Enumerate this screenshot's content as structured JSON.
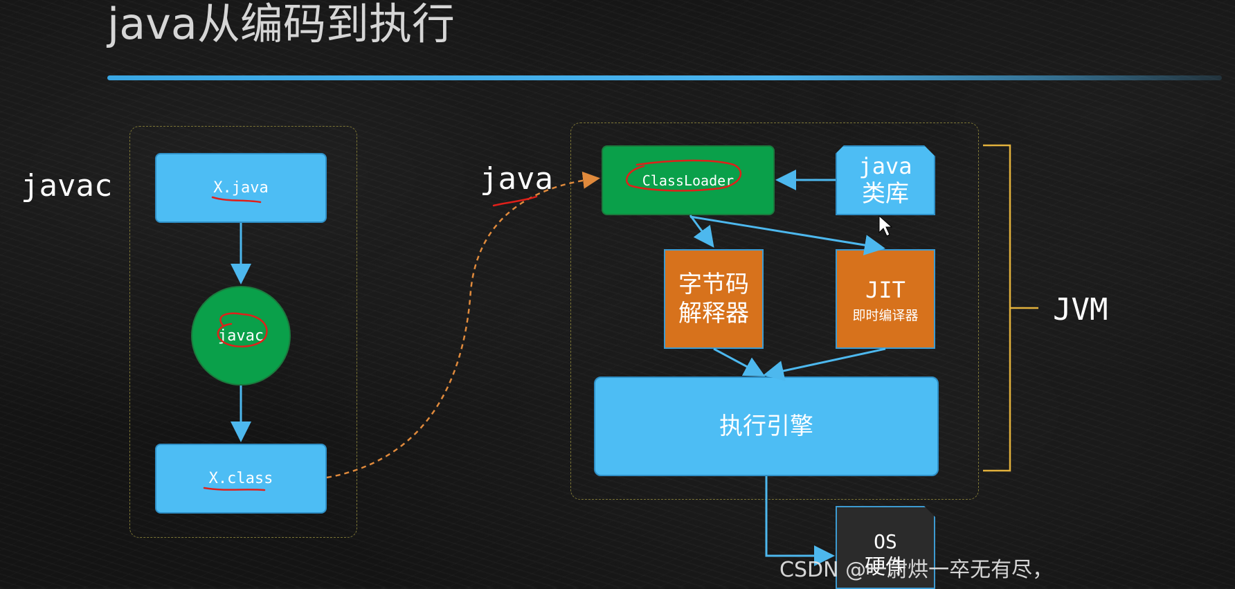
{
  "title": "java从编码到执行",
  "labels": {
    "javac_side": "javac",
    "java_side": "java",
    "jvm_side": "JVM"
  },
  "left_group": {
    "source_file": "X.java",
    "compiler": "javac",
    "class_file": "X.class"
  },
  "jvm_group": {
    "classloader": "ClassLoader",
    "java_lib_line1": "java",
    "java_lib_line2": "类库",
    "interpreter_line1": "字节码",
    "interpreter_line2": "解释器",
    "jit_line1": "JIT",
    "jit_line2": "即时编译器",
    "engine": "执行引擎"
  },
  "os_box": {
    "line1": "OS",
    "line2": "硬件"
  },
  "watermark": "CSDN @一尉烘一卒无有尽，",
  "colors": {
    "box_blue": "#4dbdf4",
    "box_green": "#0aa04a",
    "box_orange": "#d7721c",
    "arrow_blue": "#4db8ee",
    "dashed_arrow": "#e08a3c",
    "brace": "#e3b23c",
    "annotation_red": "#e0201a"
  }
}
